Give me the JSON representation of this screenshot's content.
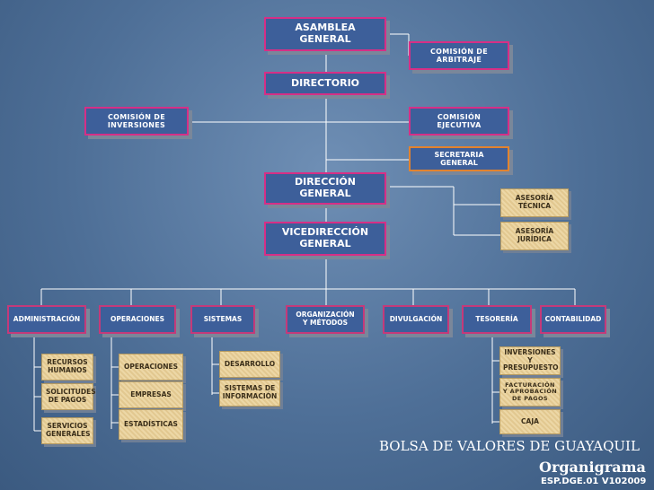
{
  "top": {
    "asamblea": "ASAMBLEA GENERAL",
    "comision_arbitraje": "COMISIÓN DE ARBITRAJE",
    "directorio": "DIRECTORIO",
    "comision_inversiones": "COMISIÓN DE INVERSIONES",
    "comision_ejecutiva": "COMISIÓN EJECUTIVA",
    "secretaria": "SECRETARIA GENERAL",
    "direccion": "DIRECCIÓN GENERAL",
    "asesoria_tecnica": "ASESORÍA TÉCNICA",
    "vicedireccion": "VICEDIRECCIÓN GENERAL",
    "asesoria_juridica": "ASESORÍA JURÍDICA"
  },
  "departments": [
    {
      "label": "ADMINISTRACIÓN",
      "subs": [
        "RECURSOS HUMANOS",
        "SOLICITUDES DE PAGOS",
        "SERVICIOS GENERALES"
      ]
    },
    {
      "label": "OPERACIONES",
      "subs": [
        "OPERACIONES",
        "EMPRESAS",
        "ESTADÍSTICAS"
      ]
    },
    {
      "label": "SISTEMAS",
      "subs": [
        "DESARROLLO",
        "SISTEMAS DE INFORMACIÓN"
      ]
    },
    {
      "label": "ORGANIZACIÓN Y MÉTODOS",
      "subs": []
    },
    {
      "label": "DIVULGACIÓN",
      "subs": []
    },
    {
      "label": "TESORERÍA",
      "subs": [
        "INVERSIONES Y PRESUPUESTO",
        "FACTURACIÓN Y APROBACIÓN DE PAGOS",
        "CAJA"
      ]
    },
    {
      "label": "CONTABILIDAD",
      "subs": []
    }
  ],
  "footer": {
    "org": "BOLSA DE VALORES DE GUAYAQUIL",
    "title": "Organigrama",
    "code": "ESP.DGE.01 V102009"
  },
  "colors": {
    "box_fill": "#3d5f9a",
    "border_magenta": "#d62f86",
    "border_orange": "#e2832f",
    "sub_fill": "#e8d09a",
    "connector": "#ffffff"
  }
}
